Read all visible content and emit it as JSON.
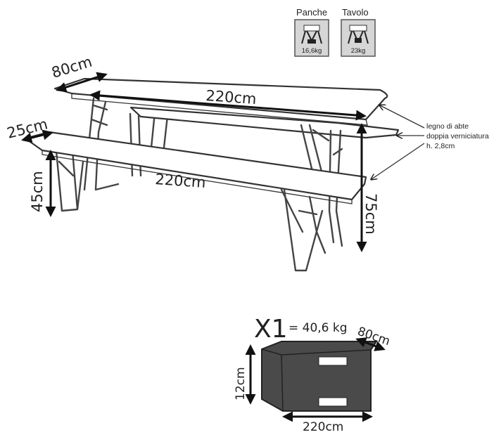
{
  "badges": {
    "benches": {
      "title": "Panche",
      "weight": "16,6kg",
      "icon": "bench-icon"
    },
    "table": {
      "title": "Tavolo",
      "weight": "23kg",
      "icon": "table-icon"
    }
  },
  "dimensions": {
    "table_depth": "80cm",
    "table_length": "220cm",
    "bench_depth": "25cm",
    "bench_length": "220cm",
    "bench_height": "45cm",
    "table_height": "75cm"
  },
  "material_note": {
    "line1": "legno di abte",
    "line2": "doppia verniciatura",
    "line3": "h. 2,8cm"
  },
  "package": {
    "quantity": "X1",
    "weight": "= 40,6 kg",
    "depth": "80cm",
    "height": "12cm",
    "length": "220cm"
  },
  "colors": {
    "package_fill": "#4a4a4a",
    "badge_fill": "#d6d6d6"
  }
}
